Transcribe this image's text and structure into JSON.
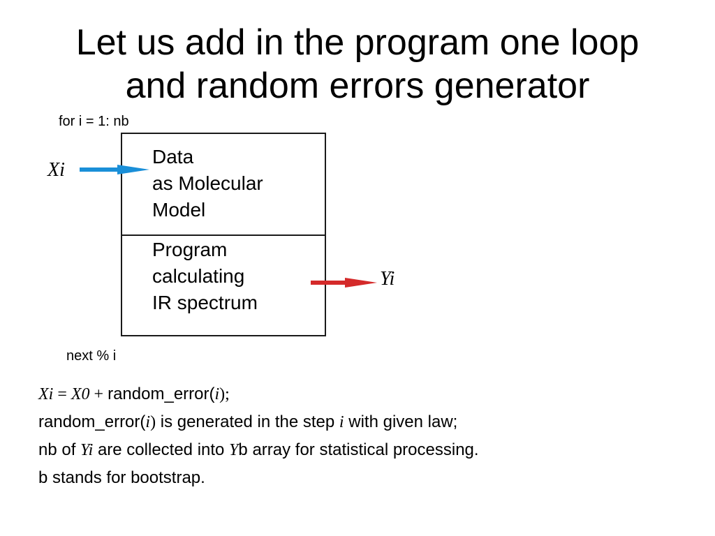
{
  "title": {
    "line1": "Let us add in the program one loop",
    "line2": "and random errors generator"
  },
  "loop": {
    "header": "for i = 1: nb",
    "footer": "next % i"
  },
  "diagram": {
    "data_block": {
      "line1": "Data",
      "line2": "as Molecular",
      "line3": "Model"
    },
    "program_block": {
      "line1": "Program",
      "line2": "calculating",
      "line3": "IR spectrum"
    },
    "input_label": "Xi",
    "output_label": "Yi",
    "input_arrow_color": "#1a8fd8",
    "output_arrow_color": "#d42a2a"
  },
  "notes": {
    "line1": {
      "xi": "Xi",
      "eq": " = ",
      "x0": "X0",
      "plus": " + ",
      "func": "random_error(",
      "arg": "i",
      "close": ");"
    },
    "line2": {
      "func": "random_error(",
      "arg": "i",
      "close": ")",
      "text1": " is generated in the step ",
      "step": "i",
      "text2": " with given law;"
    },
    "line3": {
      "text1": "nb of ",
      "yi": "Yi",
      "text2": " are collected into ",
      "y": "Y",
      "text3": "b array for statistical processing."
    },
    "line4": {
      "text": "b stands for bootstrap."
    }
  }
}
